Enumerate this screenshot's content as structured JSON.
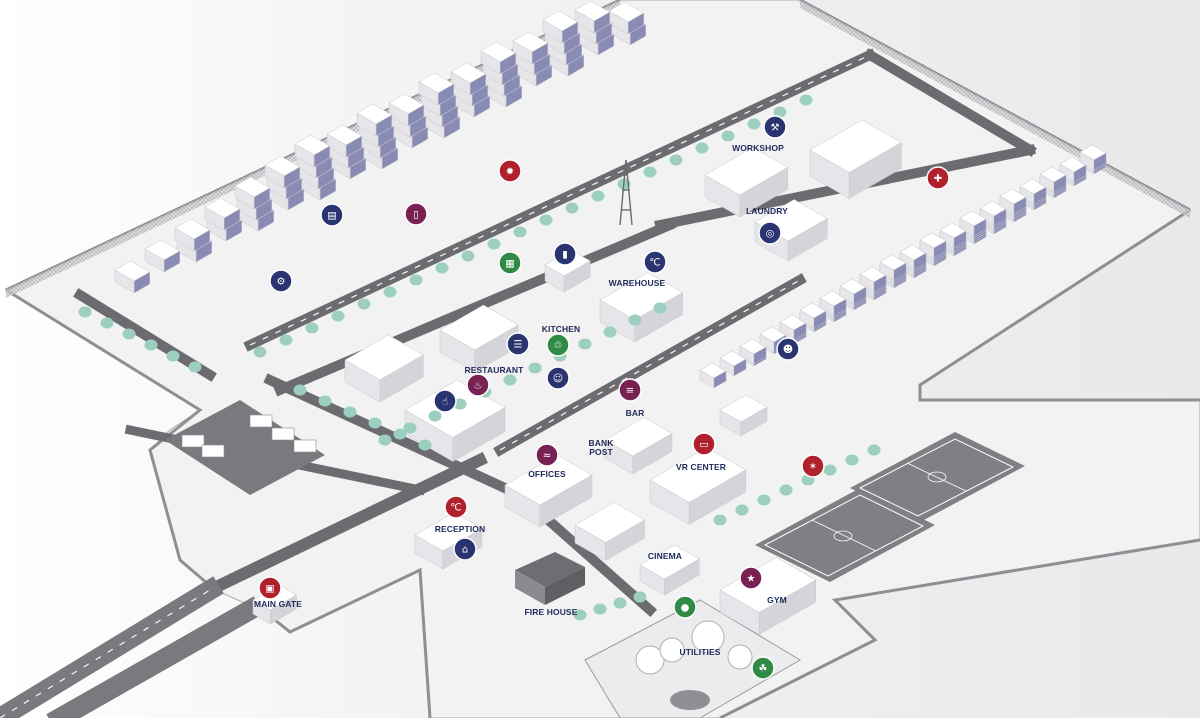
{
  "colors": {
    "navy": "#2a3470",
    "crimson": "#b0212e",
    "plum": "#7a2154",
    "green": "#2f8a46",
    "tree": "#9ccfbf",
    "road": "#6c6c70",
    "ground": "#f2f2f3",
    "label": "#1f2a5a"
  },
  "labels": {
    "workshop": "WORKSHOP",
    "laundry": "LAUNDRY",
    "warehouse": "WAREHOUSE",
    "kitchen": "KITCHEN",
    "restaurant": "RESTAURANT",
    "bar": "BAR",
    "bank_post_1": "BANK",
    "bank_post_2": "POST",
    "vr_center": "VR CENTER",
    "offices": "OFFICES",
    "reception": "RECEPTION",
    "cinema": "CINEMA",
    "gym": "GYM",
    "fire_house": "FIRE HOUSE",
    "utilities": "UTILITIES",
    "main_gate": "MAIN GATE"
  },
  "icons": [
    {
      "name": "workshop-tools-icon",
      "color": "navy"
    },
    {
      "name": "laundry-washer-icon",
      "color": "navy"
    },
    {
      "name": "warehouse-thermometer-icon",
      "color": "navy"
    },
    {
      "name": "kitchen-trash-icon",
      "color": "green"
    },
    {
      "name": "restaurant-thumbs-up-icon",
      "color": "navy"
    },
    {
      "name": "restaurant-food-icon",
      "color": "plum"
    },
    {
      "name": "bar-badge-icon",
      "color": "plum"
    },
    {
      "name": "vr-headset-icon",
      "color": "crimson"
    },
    {
      "name": "offices-wind-icon",
      "color": "plum"
    },
    {
      "name": "reception-temperature-icon",
      "color": "crimson"
    },
    {
      "name": "reception-home-icon",
      "color": "navy"
    },
    {
      "name": "gym-runner-icon",
      "color": "plum"
    },
    {
      "name": "utilities-water-icon",
      "color": "green"
    },
    {
      "name": "utilities-leaf-icon",
      "color": "green"
    },
    {
      "name": "main-gate-lock-icon",
      "color": "crimson"
    },
    {
      "name": "mosquito-icon",
      "color": "crimson"
    },
    {
      "name": "virus-icon",
      "color": "crimson"
    },
    {
      "name": "medical-ambulance-icon",
      "color": "crimson"
    },
    {
      "name": "id-card-icon",
      "color": "navy"
    },
    {
      "name": "mobile-phone-icon",
      "color": "plum"
    },
    {
      "name": "bed-settings-icon",
      "color": "navy"
    },
    {
      "name": "solar-panel-icon",
      "color": "green"
    },
    {
      "name": "tablet-icon",
      "color": "navy"
    },
    {
      "name": "document-icon",
      "color": "navy"
    },
    {
      "name": "person-card-icon",
      "color": "navy"
    },
    {
      "name": "security-guard-icon",
      "color": "navy"
    }
  ]
}
